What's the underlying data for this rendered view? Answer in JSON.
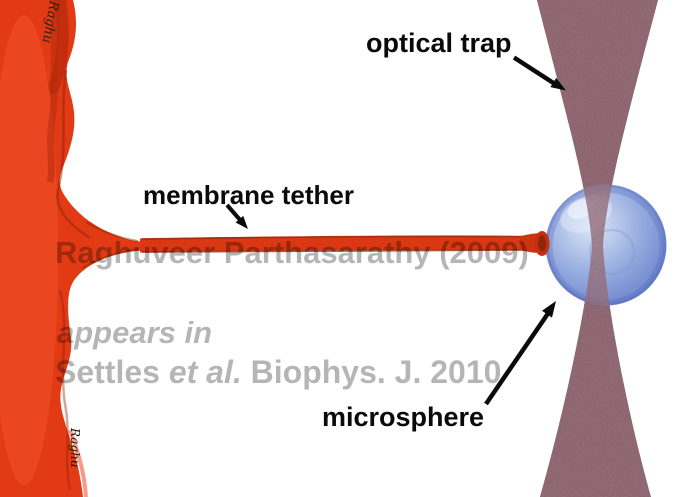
{
  "illustration": {
    "title_semantic": "optical trap pulling a membrane tether from a vesicle via a microsphere",
    "labels": {
      "optical_trap": "optical trap",
      "membrane_tether": "membrane tether",
      "microsphere": "microsphere"
    },
    "watermark": {
      "line1": "Raghuveer Parthasarathy (2009)",
      "line2": "appears in",
      "line3_prefix": "Settles ",
      "line3_etal": "et al.",
      "line3_suffix": " Biophys. J. 2010"
    },
    "signatures": {
      "top": "Raghu",
      "bottom": "Raghu"
    },
    "colors": {
      "membrane_red": "#e23a15",
      "membrane_red_dark": "#a52a0c",
      "tether_red": "#d93812",
      "tether_edge_dark": "#8e2608",
      "beam_maroon": "#7b4e5b",
      "sphere_blue_mid": "#8fa6dd",
      "sphere_blue_edge": "#5b72c2",
      "sphere_highlight": "#e9effa",
      "watermark_gray": "#b5b5b5",
      "label_black": "#0a0a0a",
      "background": "#ffffff"
    }
  }
}
